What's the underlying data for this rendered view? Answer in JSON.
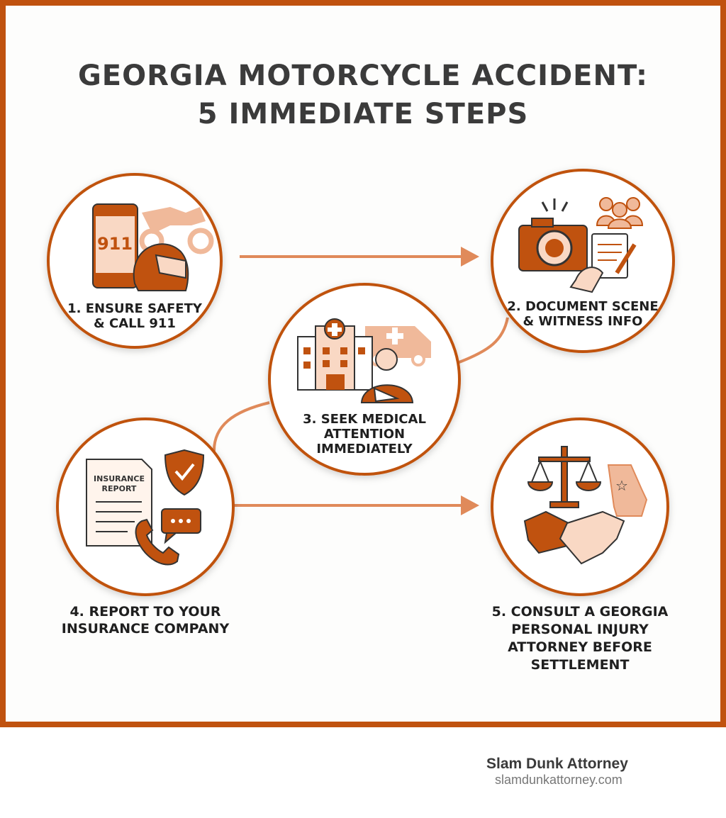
{
  "title": {
    "line1": "GEORGIA MOTORCYCLE ACCIDENT:",
    "line2": "5 IMMEDIATE STEPS"
  },
  "colors": {
    "accent": "#c0520f",
    "light": "#f0b99a",
    "text": "#3b3b3b"
  },
  "steps": [
    {
      "line1": "1. ENSURE SAFETY",
      "line2": "& CALL 911",
      "icons": [
        "phone-911-icon",
        "motorcycle-icon",
        "helmet-icon"
      ],
      "phone_text": "911"
    },
    {
      "line1": "2. DOCUMENT SCENE",
      "line2": "& WITNESS INFO",
      "icons": [
        "camera-icon",
        "witnesses-icon",
        "notepad-icon"
      ]
    },
    {
      "line1": "3. SEEK MEDICAL",
      "line2": "ATTENTION",
      "line3": "IMMEDIATELY",
      "icons": [
        "hospital-icon",
        "ambulance-icon",
        "injured-person-icon"
      ]
    },
    {
      "line1": "4. REPORT TO YOUR",
      "line2": "INSURANCE COMPANY",
      "icons": [
        "insurance-report-icon",
        "shield-check-icon",
        "chat-icon",
        "phone-handset-icon"
      ],
      "doc_line1": "INSURANCE",
      "doc_line2": "REPORT"
    },
    {
      "line1": "5. CONSULT A GEORGIA",
      "line2": "PERSONAL INJURY",
      "line3": "ATTORNEY BEFORE",
      "line4": "SETTLEMENT",
      "icons": [
        "scales-of-justice-icon",
        "georgia-map-icon",
        "handshake-icon"
      ]
    }
  ],
  "footer": {
    "brand": "Slam Dunk Attorney",
    "url": "slamdunkattorney.com"
  }
}
